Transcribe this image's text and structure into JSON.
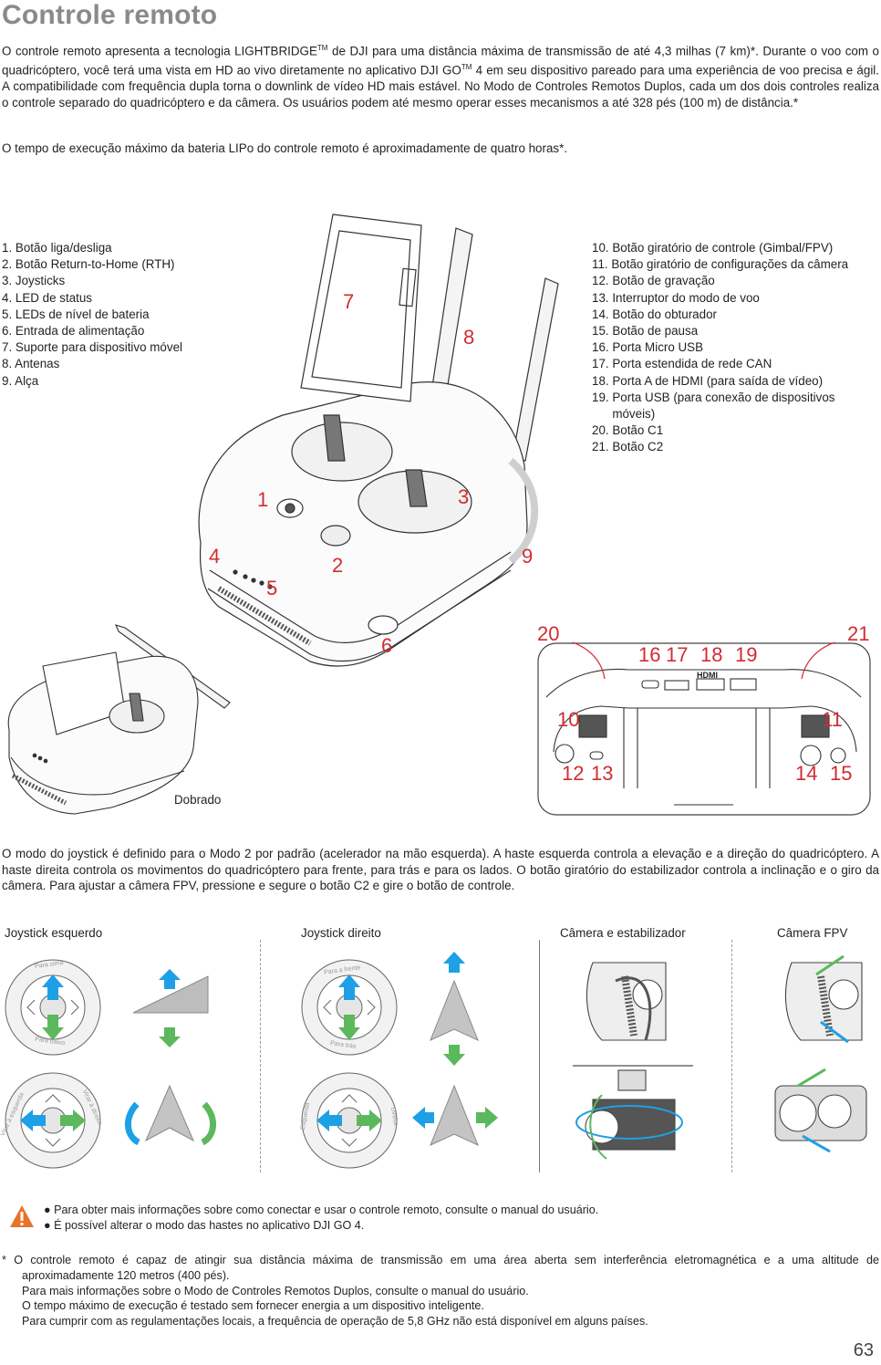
{
  "title": "Controle remoto",
  "intro": {
    "p1_before_tm1": "O controle remoto apresenta a tecnologia LIGHTBRIDGE",
    "tm": "TM",
    "p1_mid": " de DJI para uma distância máxima de transmissão de até 4,3 milhas (7 km)*. Durante o voo com o quadricóptero, você terá uma vista em HD ao vivo diretamente no aplicativo DJI GO",
    "p1_after_tm2": " 4 em seu dispositivo pareado para uma experiência de voo precisa e ágil.  A compatibilidade com frequência dupla torna o downlink de vídeo HD mais estável. No Modo de Controles Remotos Duplos, cada um dos dois controles realiza o controle separado do quadricóptero e da câmera.  Os usuários podem até mesmo operar esses mecanismos a até 328 pés (100 m) de distância.*",
    "p2": "O tempo de execução máximo da bateria LIPo do controle remoto é aproximadamente de quatro horas*."
  },
  "legend_left": [
    "1. Botão liga/desliga",
    "2. Botão Return-to-Home (RTH)",
    "3. Joysticks",
    "4. LED de status",
    "5. LEDs de nível de bateria",
    "6. Entrada de alimentação",
    "7. Suporte para dispositivo móvel",
    "8. Antenas",
    "9. Alça"
  ],
  "legend_right": [
    "10. Botão giratório de controle (Gimbal/FPV)",
    "11. Botão giratório de configurações da câmera",
    "12. Botão de gravação",
    "13. Interruptor do modo de voo",
    "14. Botão do obturador",
    "15. Botão de pausa",
    "16. Porta Micro USB",
    "17. Porta estendida de rede CAN",
    "18. Porta A de HDMI (para saída de vídeo)",
    "19. Porta USB (para conexão de dispositivos",
    "      móveis)",
    "20. Botão C1",
    "21. Botão C2"
  ],
  "callouts": [
    "1",
    "2",
    "3",
    "4",
    "5",
    "6",
    "7",
    "8",
    "9",
    "10",
    "11",
    "12",
    "13",
    "14",
    "15",
    "16",
    "17",
    "18",
    "19",
    "20",
    "21"
  ],
  "folded_label": "Dobrado",
  "hdmi_label": "HDMI",
  "joystick_paragraph": "O modo do joystick é definido para o Modo 2 por padrão (acelerador na mão esquerda). A haste esquerda controla a elevação e a direção do quadricóptero. A haste direita controla os movimentos do quadricóptero para frente, para trás e para os lados. O botão giratório do estabilizador controla a inclinação e o giro da câmera. Para ajustar a câmera FPV, pressione e segure o botão C2 e gire o botão de controle.",
  "sections": {
    "left": "Joystick esquerdo",
    "right": "Joystick direito",
    "gimbal": "Câmera e estabilizador",
    "fpv": "Câmera FPV"
  },
  "stick_labels": {
    "up": "Para cima",
    "down": "Para baixo",
    "turn_left": "Virar à esquerda",
    "turn_right": "Virar à direita",
    "forward": "Para a frente",
    "backward": "Para trás",
    "left": "Esquerda",
    "right": "Direita"
  },
  "notes": [
    "Para obter mais informações sobre como conectar e usar o controle remoto, consulte o manual do usuário.",
    "É possível alterar o modo das hastes no aplicativo DJI GO 4."
  ],
  "footnotes": [
    "*  O controle remoto é capaz de atingir sua distância máxima de transmissão em uma área aberta sem interferência eletromagnética e a uma altitude de",
    "aproximadamente 120 metros (400 pés).",
    "Para mais informações sobre o Modo de Controles Remotos Duplos, consulte o manual do usuário.",
    "O tempo máximo de execução é testado sem fornecer energia a um dispositivo inteligente.",
    "Para cumprir com as regulamentações locais, a frequência de operação de 5,8 GHz não está disponível em alguns países."
  ],
  "page_number": "63",
  "colors": {
    "callout": "#d22c32",
    "arrow_blue": "#1ea0e6",
    "arrow_green": "#5cb85c",
    "title_gray": "#8a8a8a",
    "warning": "#e8732a"
  }
}
